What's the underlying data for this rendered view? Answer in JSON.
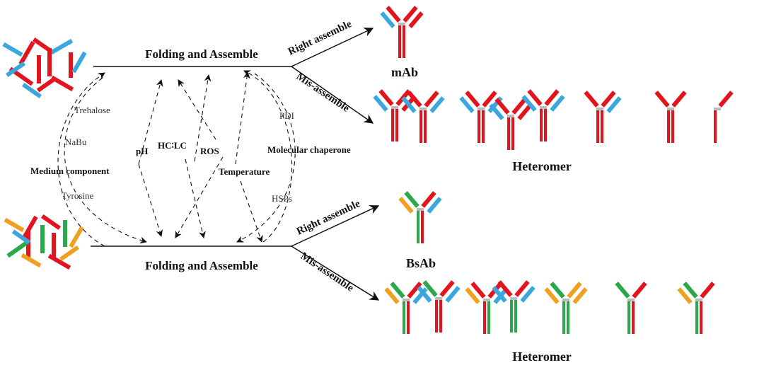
{
  "colors": {
    "red": "#e2141e",
    "blue": "#3aa8de",
    "green": "#2aa84a",
    "orange": "#f0a020",
    "hinge": "#bbbbbb",
    "ink": "#111111"
  },
  "top_path": {
    "label": "Folding and Assemble",
    "right_label": "Right assemble",
    "mis_label": "Mis-assemble",
    "product_label": "mAb",
    "heteromer_label": "Heteromer"
  },
  "bottom_path": {
    "label": "Folding and Assemble",
    "right_label": "Right assemble",
    "mis_label": "Mis-assemble",
    "product_label": "BsAb",
    "heteromer_label": "Heteromer"
  },
  "factors": {
    "trehalose": "Trehalose",
    "nabu": "NaBu",
    "medium_component": "Medium component",
    "tyrosine": "Tyrosine",
    "ph": "pH",
    "hc_lc": "HC∶LC",
    "ros": "ROS",
    "temperature": "Temperature",
    "pdi": "PDI",
    "molecular_chaperone": "Molecular chaperone",
    "hsps": "HSPs"
  }
}
